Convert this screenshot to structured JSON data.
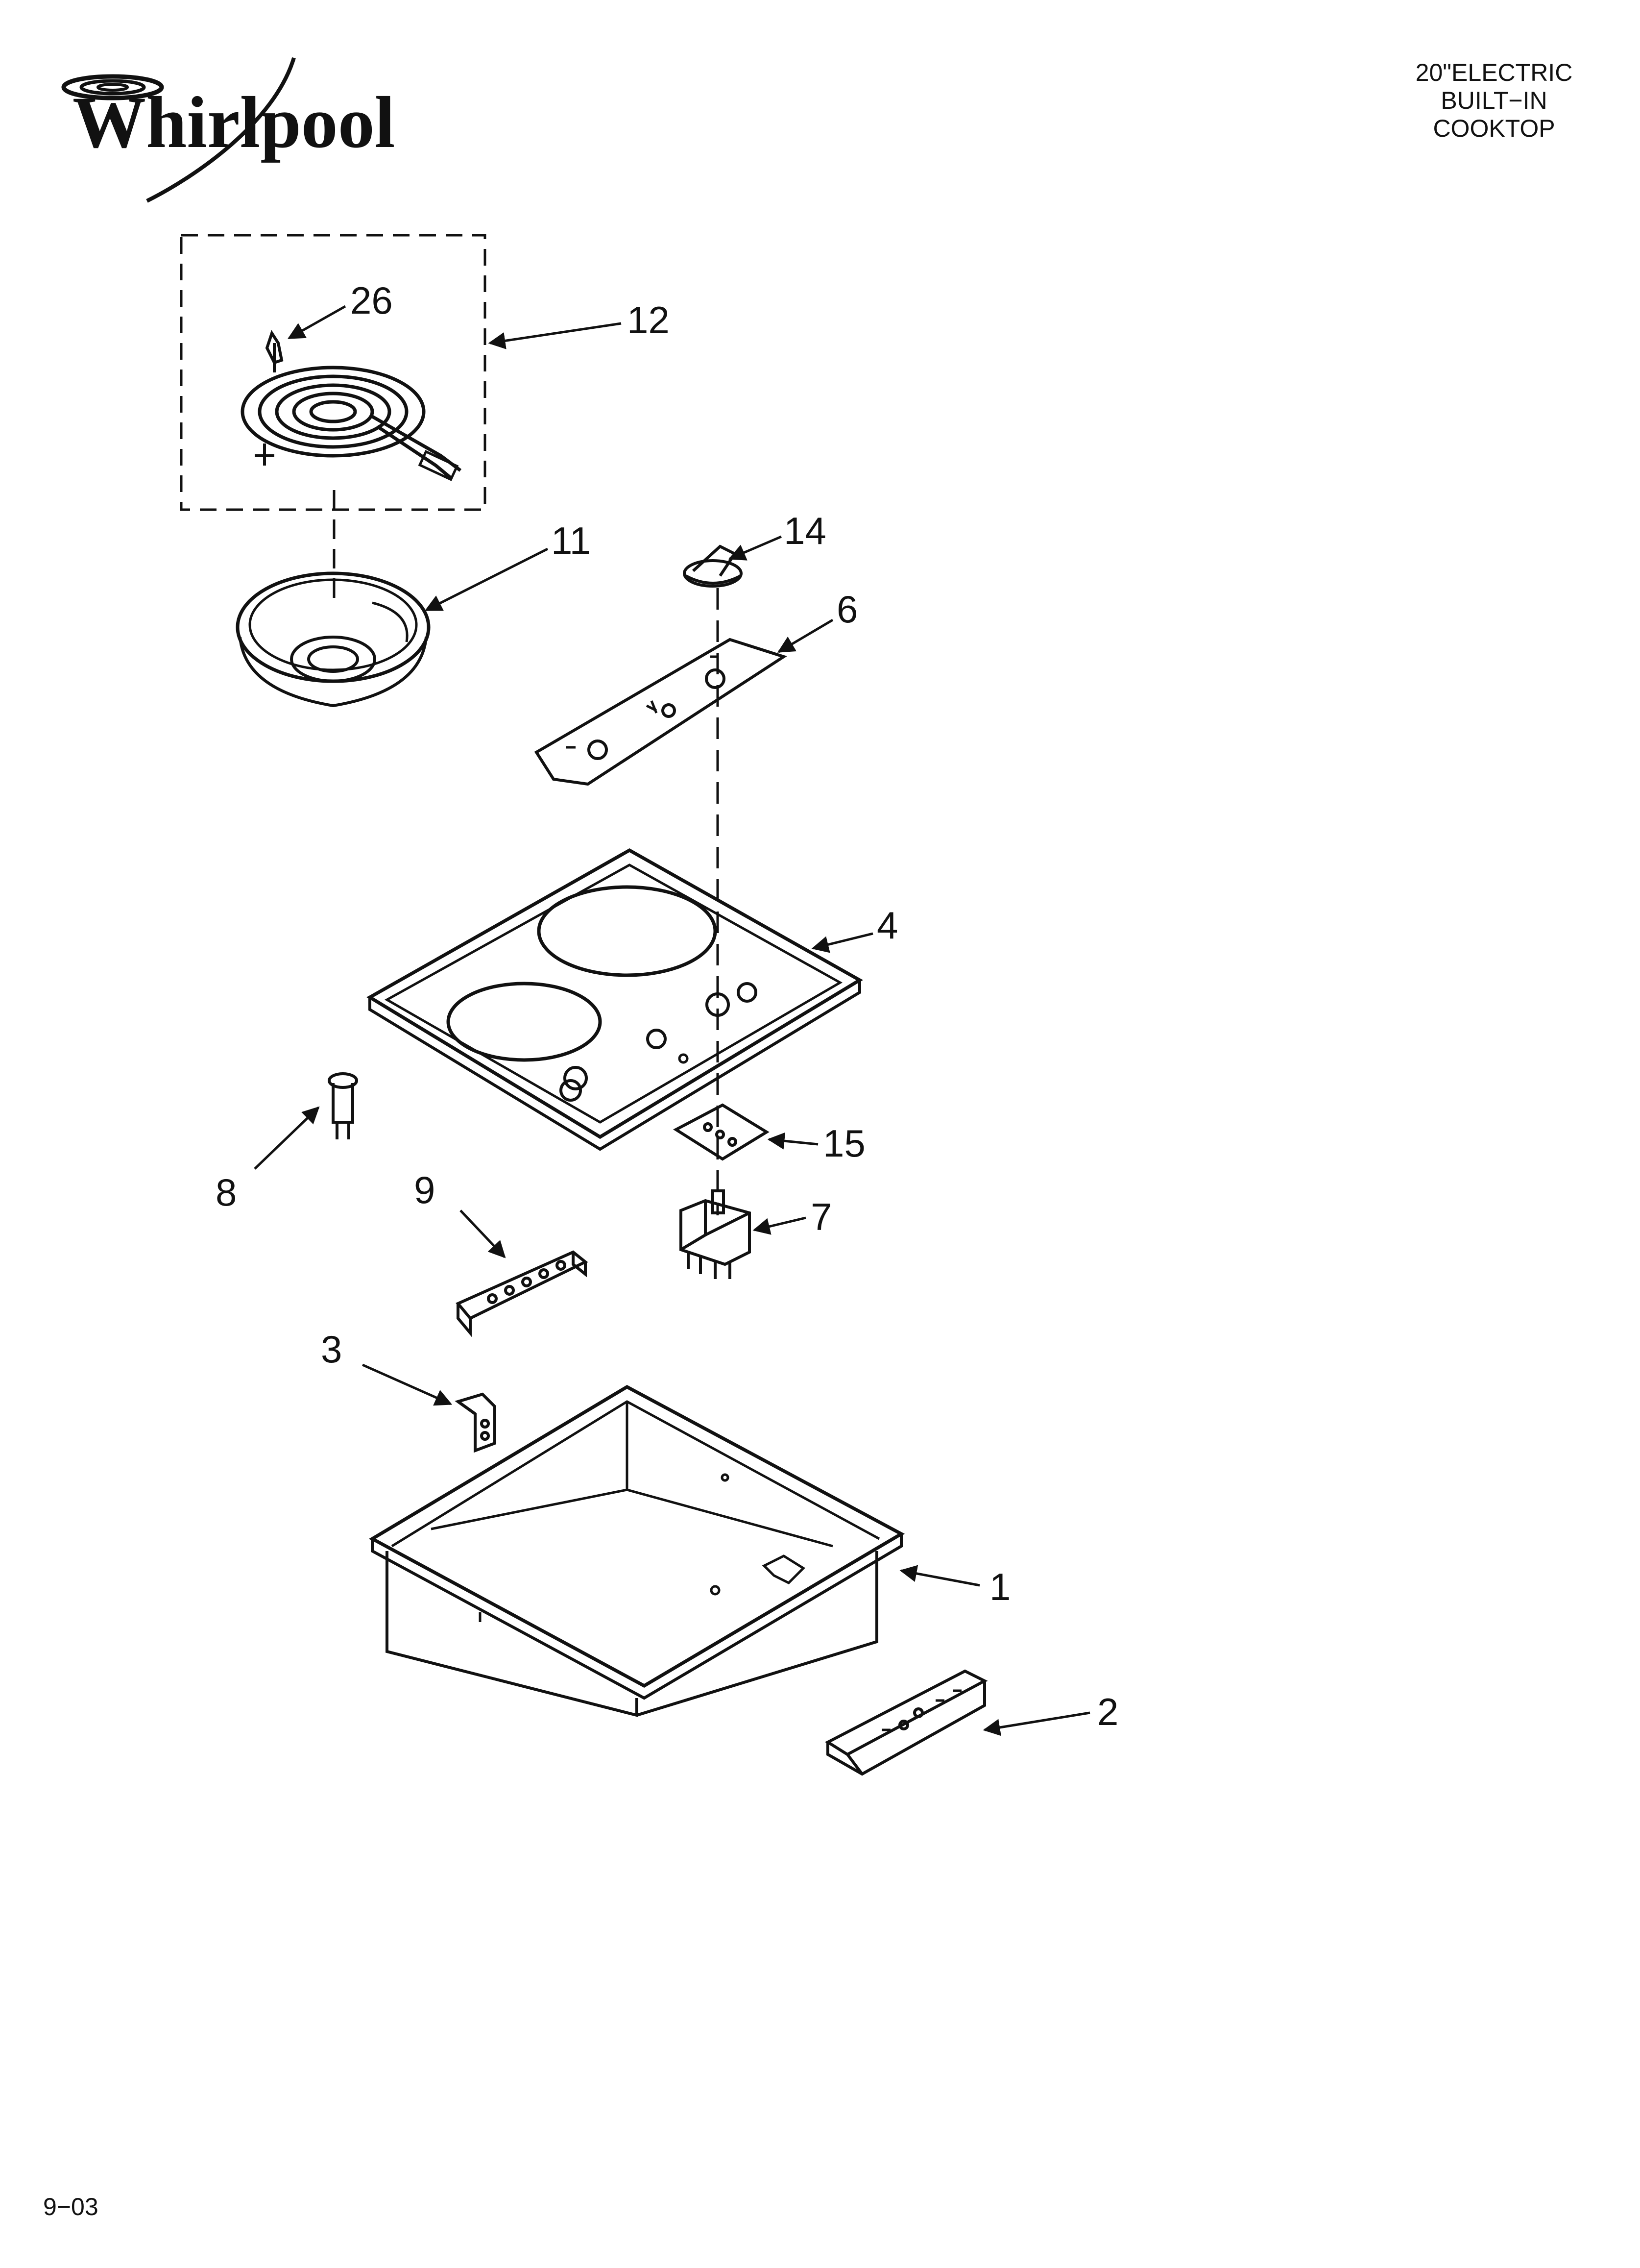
{
  "brand": {
    "name": "Whirlpool",
    "logo_icon": "swirl-logo-icon"
  },
  "title": {
    "lines": [
      "20\"ELECTRIC",
      "BUILT−IN",
      "COOKTOP"
    ]
  },
  "footer": {
    "code": "9−03"
  },
  "callouts": {
    "c1": "1",
    "c2": "2",
    "c3": "3",
    "c4": "4",
    "c6": "6",
    "c7": "7",
    "c8": "8",
    "c9": "9",
    "c11": "11",
    "c12": "12",
    "c14": "14",
    "c15": "15",
    "c26": "26"
  },
  "colors": {
    "line": "#111111",
    "background": "#ffffff"
  }
}
